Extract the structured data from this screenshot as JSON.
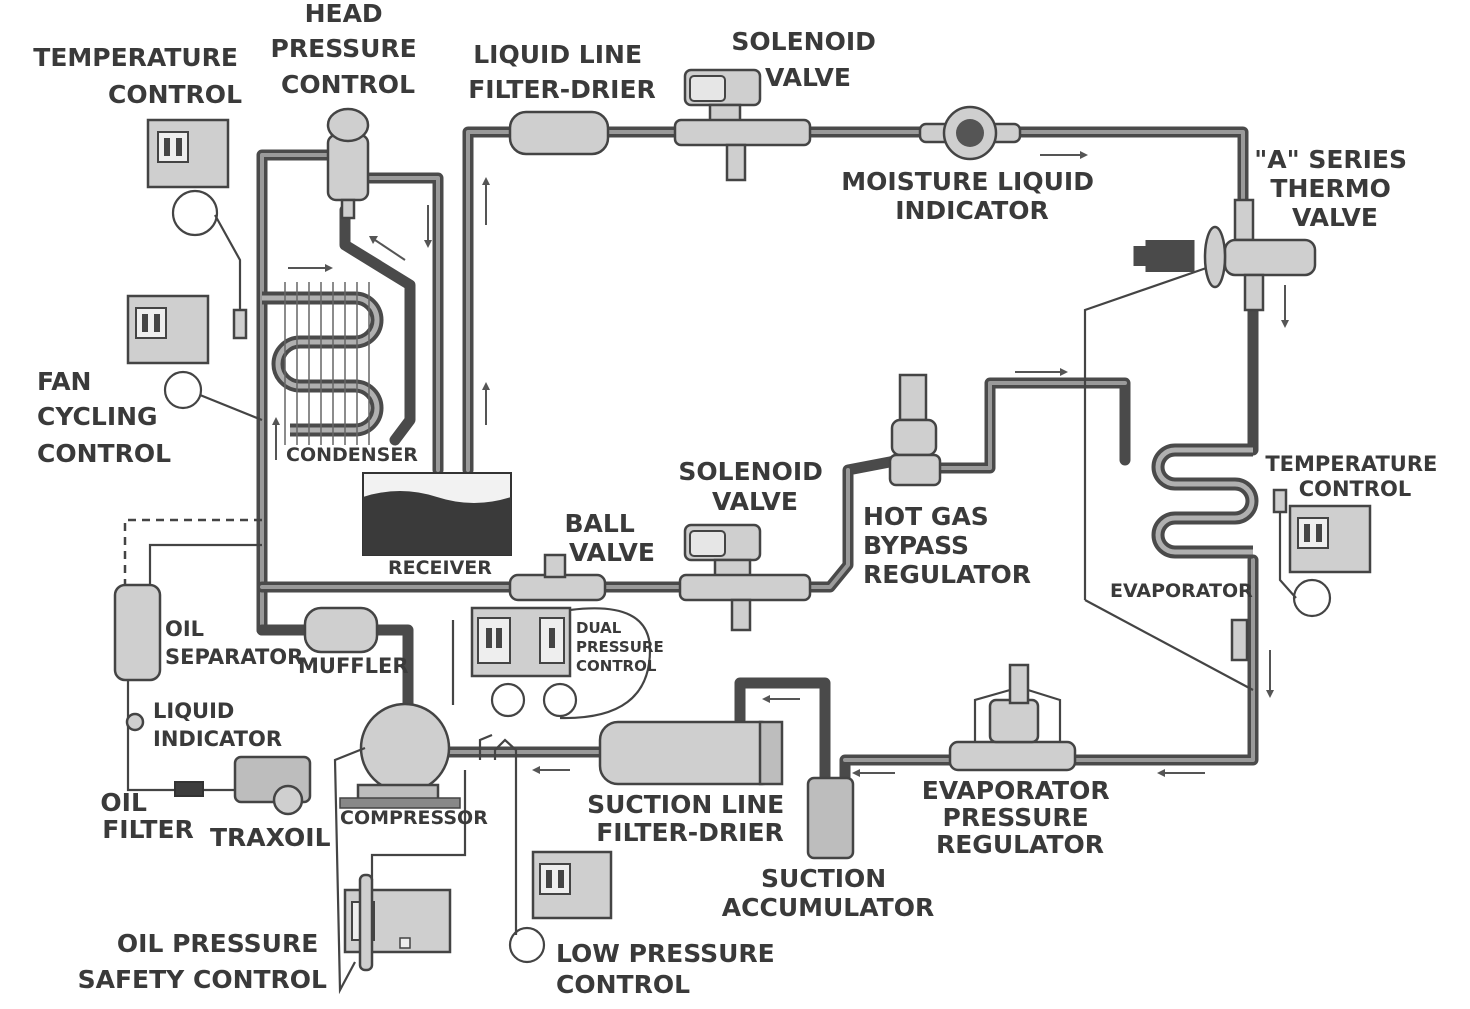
{
  "labels": {
    "temperature_control_top": [
      "TEMPERATURE",
      "CONTROL"
    ],
    "head_pressure_control": [
      "HEAD",
      "PRESSURE",
      "CONTROL"
    ],
    "liquid_line_filter_drier": [
      "LIQUID LINE",
      "FILTER-DRIER"
    ],
    "solenoid_valve_top": [
      "SOLENOID",
      "VALVE"
    ],
    "moisture_liquid_indicator": [
      "MOISTURE LIQUID",
      "INDICATOR"
    ],
    "a_series_thermo_valve": [
      "\"A\" SERIES",
      "THERMO",
      "VALVE"
    ],
    "fan_cycling_control": [
      "FAN",
      "CYCLING",
      "CONTROL"
    ],
    "condenser": "CONDENSER",
    "receiver": "RECEIVER",
    "solenoid_valve_mid": [
      "SOLENOID",
      "VALVE"
    ],
    "ball_valve": [
      "BALL",
      "VALVE"
    ],
    "hot_gas_bypass_regulator": [
      "HOT GAS",
      "BYPASS",
      "REGULATOR"
    ],
    "temperature_control_right": [
      "TEMPERATURE",
      "CONTROL"
    ],
    "evaporator": "EVAPORATOR",
    "oil_separator": [
      "OIL",
      "SEPARATOR"
    ],
    "muffler": "MUFFLER",
    "dual_pressure_control": [
      "DUAL",
      "PRESSURE",
      "CONTROL"
    ],
    "liquid_indicator": [
      "LIQUID",
      "INDICATOR"
    ],
    "oil_filter": [
      "OIL",
      "FILTER"
    ],
    "traxoil": "TRAXOIL",
    "compressor": "COMPRESSOR",
    "suction_line_filter_drier": [
      "SUCTION LINE",
      "FILTER-DRIER"
    ],
    "evaporator_pressure_regulator": [
      "EVAPORATOR",
      "PRESSURE",
      "REGULATOR"
    ],
    "suction_accumulator": [
      "SUCTION",
      "ACCUMULATOR"
    ],
    "oil_pressure_safety_control": [
      "OIL PRESSURE",
      "SAFETY CONTROL"
    ],
    "low_pressure_control": [
      "LOW PRESSURE",
      "CONTROL"
    ]
  }
}
